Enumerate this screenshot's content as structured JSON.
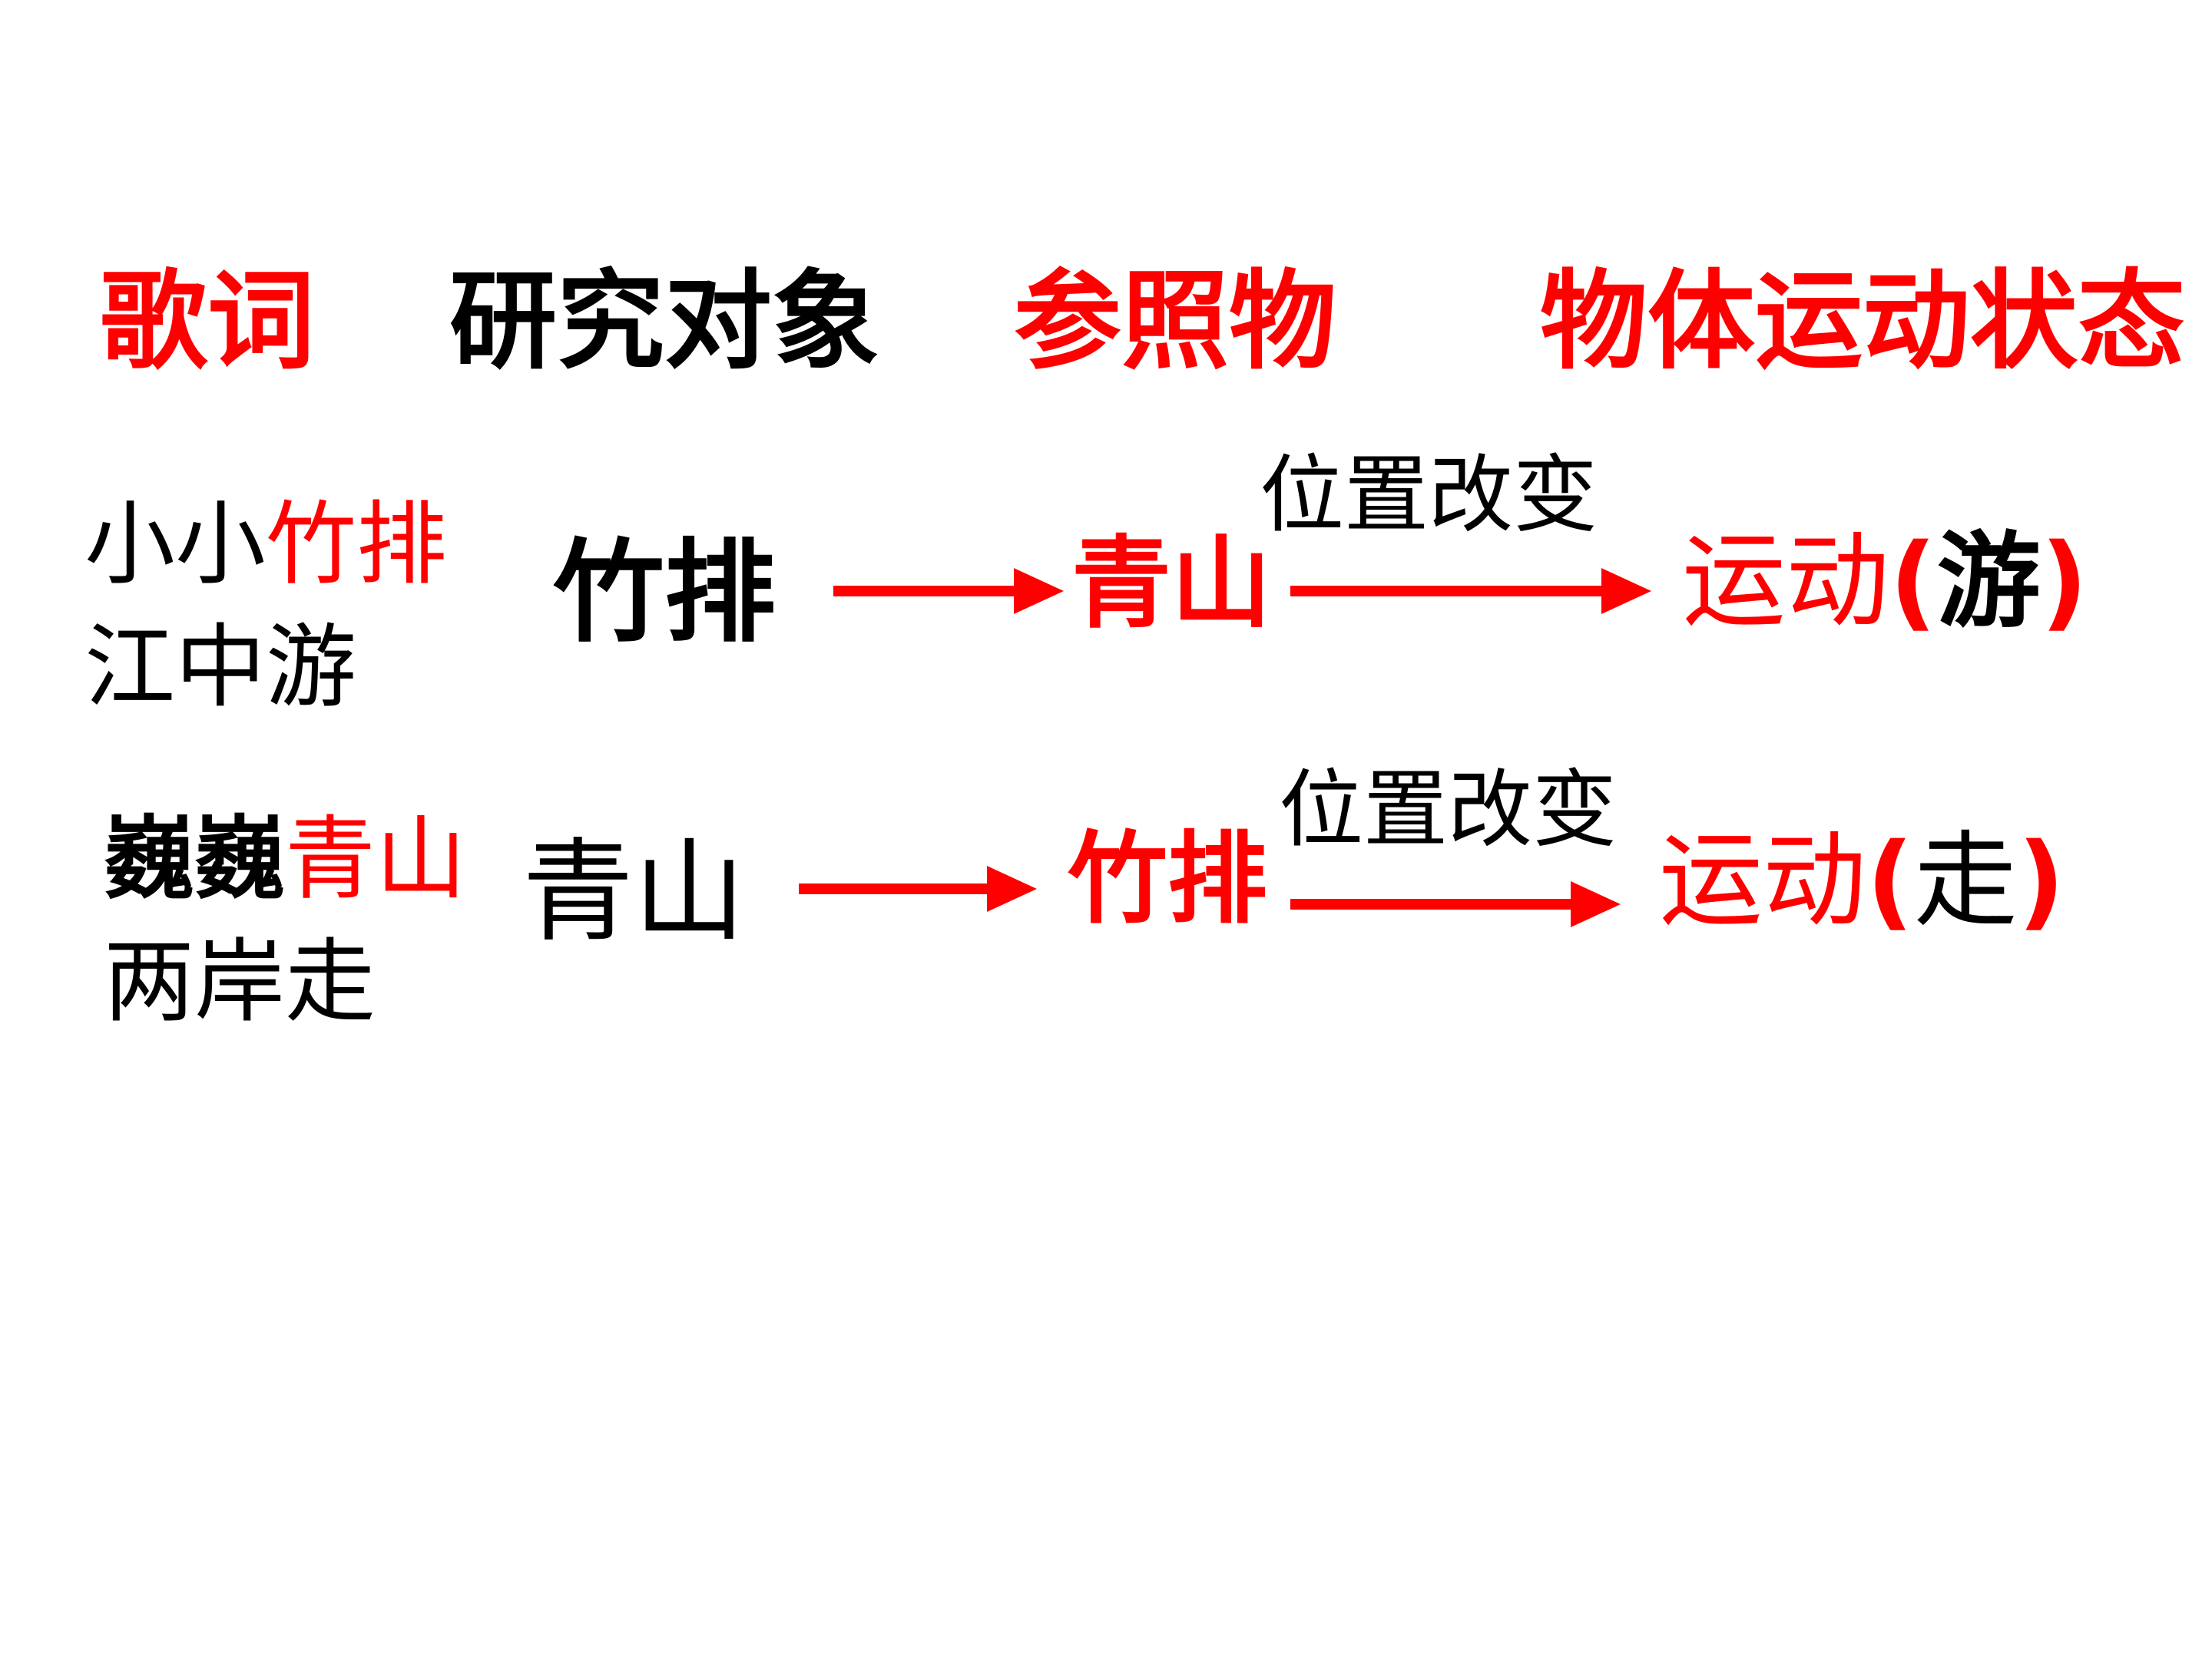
{
  "header": {
    "lyrics": "歌词",
    "object": "研究对象",
    "reference": "参照物",
    "state": "物体运动状态"
  },
  "rows": [
    {
      "lyric_line1_plain": "小小",
      "lyric_line1_highlight": "竹排",
      "lyric_line2": "江中游",
      "object": "竹排",
      "reference": "青山",
      "arrow_caption": "位置改变",
      "result_main": "运动",
      "result_open": "(",
      "result_word": "游",
      "result_close": ")"
    },
    {
      "lyric_line1_plain": "巍巍",
      "lyric_line1_highlight": "青山",
      "lyric_line2": "两岸走",
      "object": "青山",
      "reference": "竹排",
      "arrow_caption": "位置改变",
      "result_main": "运动",
      "result_open": "(",
      "result_word": "走",
      "result_close": ")"
    }
  ],
  "colors": {
    "accent": "#ff0000",
    "text": "#000000",
    "background": "#ffffff"
  }
}
